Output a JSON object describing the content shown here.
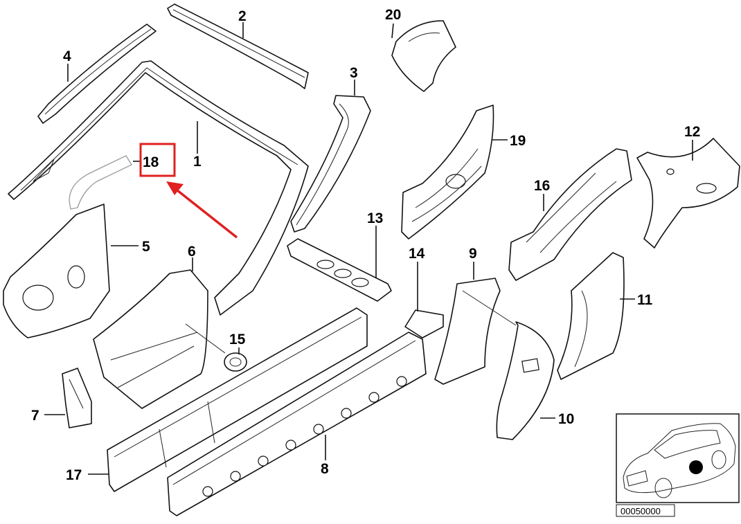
{
  "diagram": {
    "callouts": {
      "c1": "1",
      "c2": "2",
      "c3": "3",
      "c4": "4",
      "c5": "5",
      "c6": "6",
      "c7": "7",
      "c8": "8",
      "c9": "9",
      "c10": "10",
      "c11": "11",
      "c12": "12",
      "c13": "13",
      "c14": "14",
      "c15": "15",
      "c16": "16",
      "c17": "17",
      "c18": "18",
      "c19": "19",
      "c20": "20"
    },
    "highlight_color": "#e02020",
    "drawing_number": "00050000"
  }
}
